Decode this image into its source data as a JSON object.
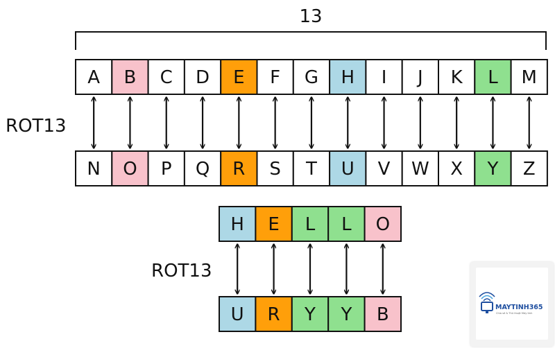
{
  "top_section": {
    "shift_label": "13",
    "rot_label": "ROT13",
    "top_row": [
      "A",
      "B",
      "C",
      "D",
      "E",
      "F",
      "G",
      "H",
      "I",
      "J",
      "K",
      "L",
      "M"
    ],
    "bottom_row": [
      "N",
      "O",
      "P",
      "Q",
      "R",
      "S",
      "T",
      "U",
      "V",
      "W",
      "X",
      "Y",
      "Z"
    ],
    "highlights": {
      "1": "#f8c2cb",
      "4": "#ff9f0a",
      "7": "#add8e6",
      "11": "#8fe08f"
    }
  },
  "bottom_section": {
    "rot_label": "ROT13",
    "plain": [
      "H",
      "E",
      "L",
      "L",
      "O"
    ],
    "cipher": [
      "U",
      "R",
      "Y",
      "Y",
      "B"
    ],
    "colors": [
      "#add8e6",
      "#ff9f0a",
      "#8fe08f",
      "#8fe08f",
      "#f8c2cb"
    ]
  },
  "colors": {
    "pink": "#f8c2cb",
    "orange": "#ff9f0a",
    "light_blue": "#add8e6",
    "green": "#8fe08f",
    "border": "#111111",
    "white": "#ffffff"
  },
  "watermark": {
    "brand": "MAYTINH365",
    "tagline": "Chia sẻ & Thủ thuật Máy tính",
    "icon": "monitor-wifi-logo-icon"
  }
}
